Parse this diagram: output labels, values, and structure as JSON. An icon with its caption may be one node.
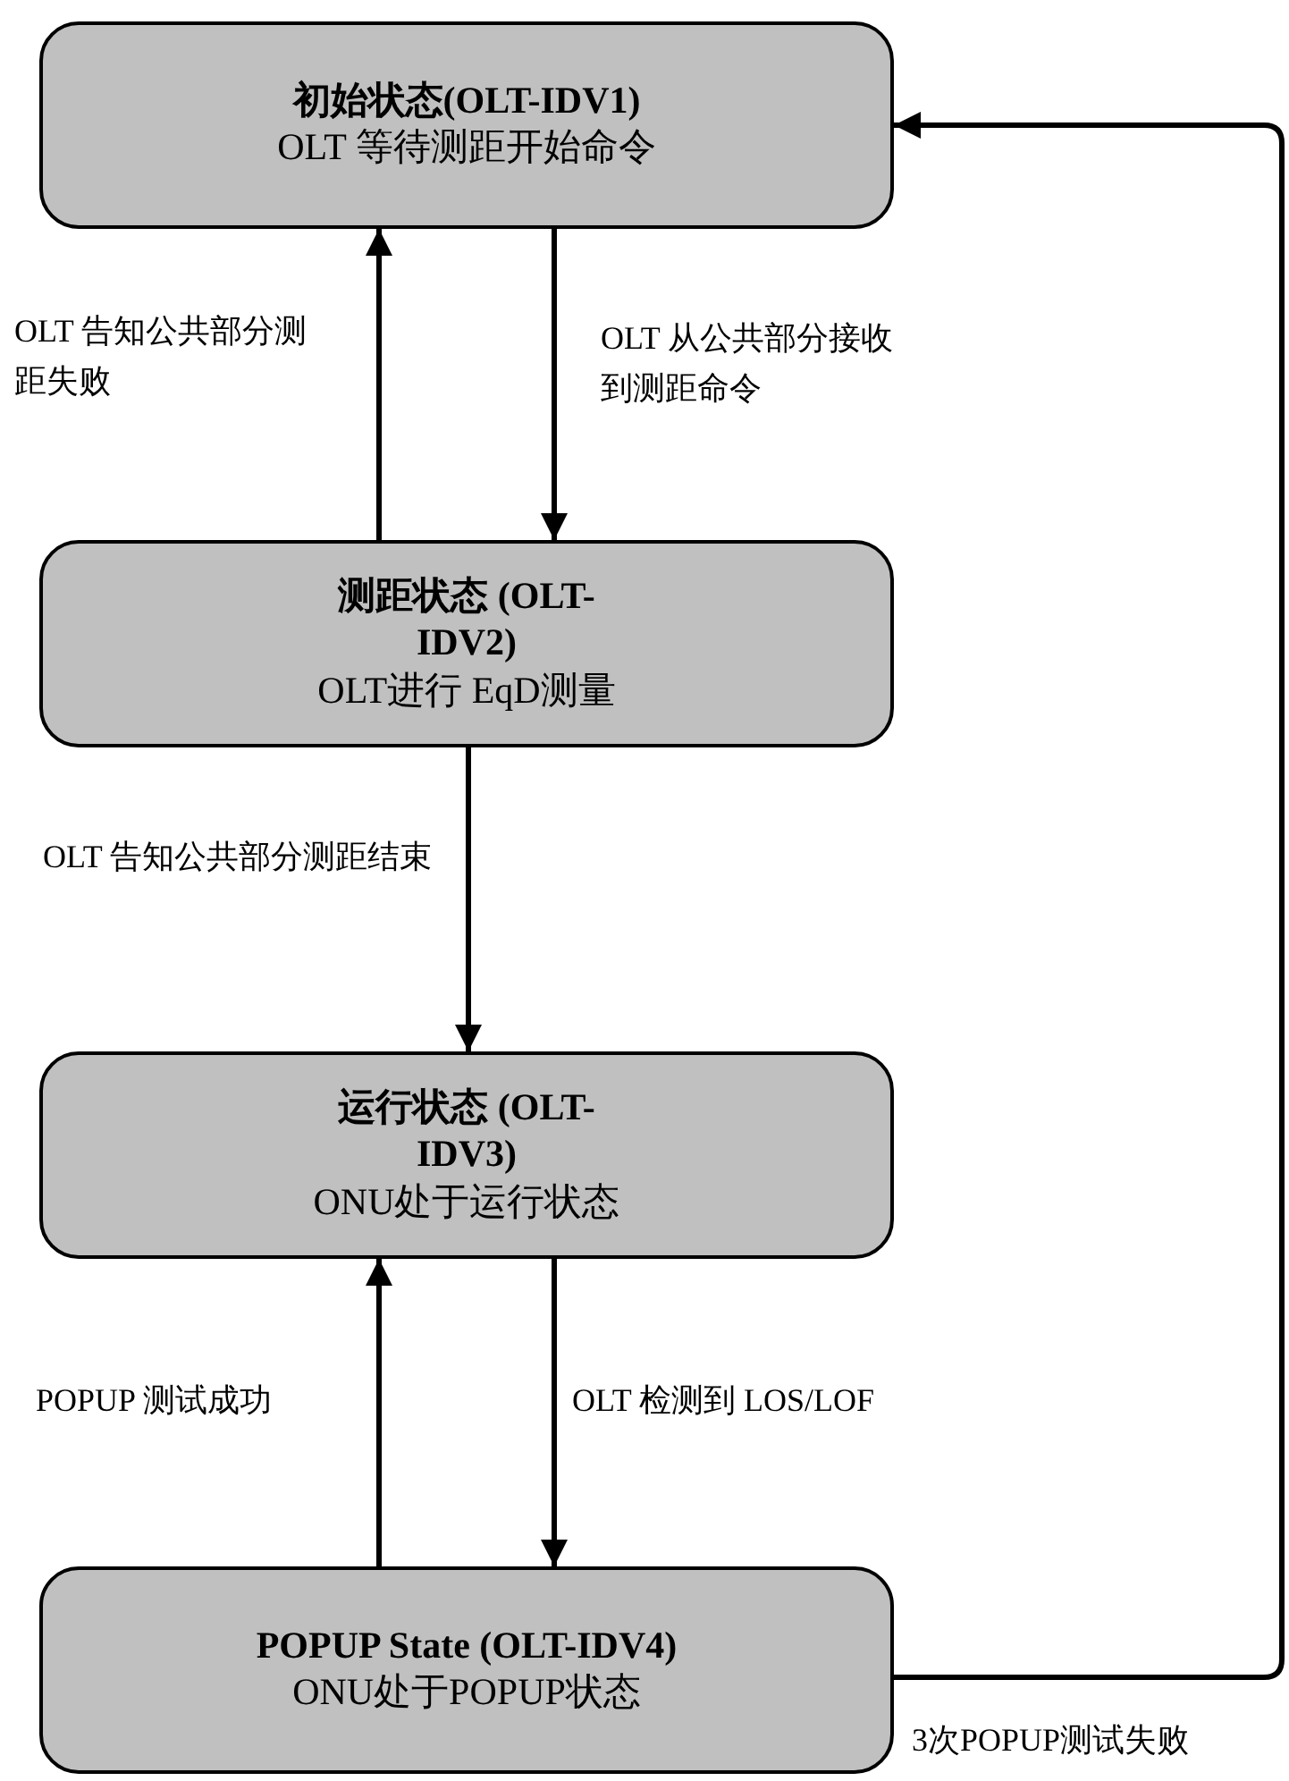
{
  "diagram": {
    "nodes": [
      {
        "text": [
          "初始状态(OLT-IDV1)",
          "OLT 等待测距开始命令"
        ]
      },
      {
        "text": [
          "测距状态 (OLT-IDV2)",
          "OLT进行 EqD测量"
        ]
      },
      {
        "text": [
          "运行状态 (OLT-IDV3)",
          "ONU处于运行状态"
        ]
      },
      {
        "text": [
          "POPUP State (OLT-IDV4)",
          "ONU处于POPUP状态"
        ]
      }
    ],
    "edges": [
      {
        "from": 1,
        "to": 0,
        "arrow": "to",
        "label": "OLT 告知公共部分测距失败"
      },
      {
        "from": 0,
        "to": 1,
        "arrow": "to",
        "label": "OLT 从公共部分接收到测距命令"
      },
      {
        "from": 1,
        "to": 2,
        "arrow": "to",
        "label": "OLT 告知公共部分测距结束"
      },
      {
        "from": 3,
        "to": 2,
        "arrow": "to",
        "label": "POPUP 测试成功"
      },
      {
        "from": 2,
        "to": 3,
        "arrow": "to",
        "label": "OLT 检测到 LOS/LOF"
      },
      {
        "from": 3,
        "to": 0,
        "arrow": "to",
        "label": "3次POPUP测试失败"
      }
    ]
  }
}
